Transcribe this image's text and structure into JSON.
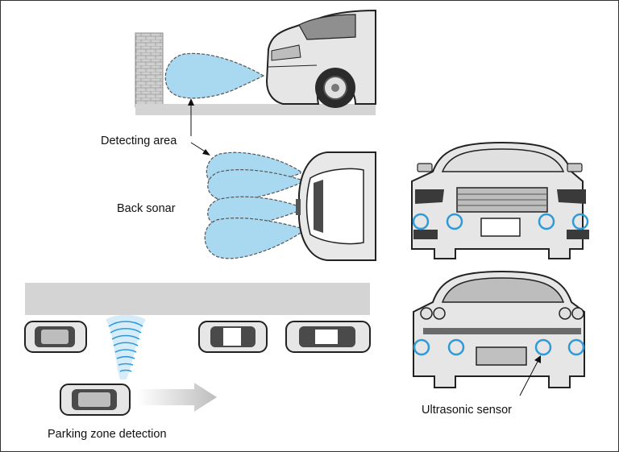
{
  "labels": {
    "detecting_area": "Detecting area",
    "back_sonar": "Back sonar",
    "parking_zone_detection": "Parking zone detection",
    "ultrasonic_sensor": "Ultrasonic sensor"
  },
  "colors": {
    "sonar_fill": "#a9d8f1",
    "sonar_outline": "#4a4a4a",
    "sensor_ring": "#2f9ad8",
    "car_body": "#e8e8e8",
    "car_dark": "#333333",
    "ground": "#d4d4d4",
    "brick": "#c8c8c8"
  }
}
